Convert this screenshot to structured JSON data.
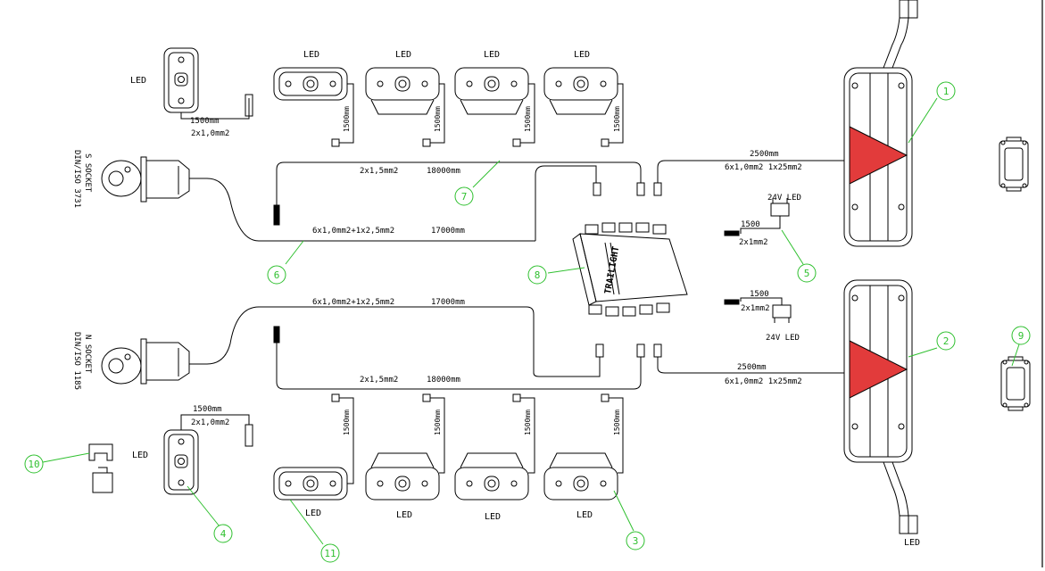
{
  "callouts": [
    "1",
    "2",
    "3",
    "4",
    "5",
    "6",
    "7",
    "8",
    "9",
    "10",
    "11"
  ],
  "labels": {
    "led": "LED",
    "led_24v": "24V LED",
    "s_socket_line1": "S SOCKET",
    "s_socket_line2": "DIN/ISO 3731",
    "n_socket_line1": "N SOCKET",
    "n_socket_line2": "DIN/ISO 1185",
    "len_1500mm": "1500mm",
    "len_1500": "1500",
    "len_2500mm": "2500mm",
    "len_17000mm": "17000mm",
    "len_18000mm": "18000mm",
    "wire_2x1_0": "2x1,0mm2",
    "wire_2x1": "2x1mm2",
    "wire_2x1_5": "2x1,5mm2",
    "wire_6x1_0_1x2_5": "6x1,0mm2+1x2,5mm2",
    "wire_6x1_0_1x25": "6x1,0mm2 1x25mm2",
    "brand": "TRAILIGHT"
  },
  "colors": {
    "line": "#000000",
    "callout": "#2fc02f",
    "triangle": "#e23b3b",
    "background": "#ffffff"
  }
}
